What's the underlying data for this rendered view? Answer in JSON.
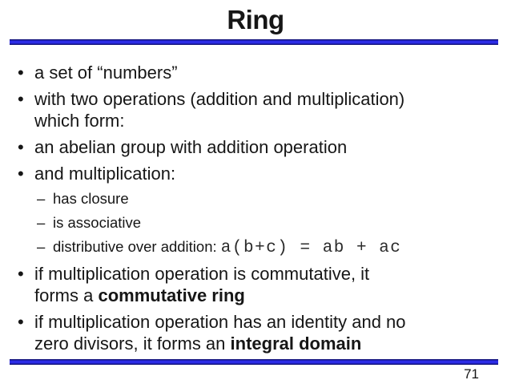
{
  "slide": {
    "title": "Ring",
    "page_number": "71",
    "markers": {
      "level1": "•",
      "level2": "–"
    },
    "colors": {
      "rule_blue": "#2c2ce6",
      "rule_edge": "#12127c",
      "text": "#161616"
    },
    "bullets": [
      {
        "level": 1,
        "lines": [
          [
            {
              "t": "a set of “numbers”"
            }
          ]
        ]
      },
      {
        "level": 1,
        "lines": [
          [
            {
              "t": "with two operations (addition and multiplication)"
            }
          ],
          [
            {
              "t": "which form:"
            }
          ]
        ]
      },
      {
        "level": 1,
        "lines": [
          [
            {
              "t": "an abelian group with addition operation"
            }
          ]
        ]
      },
      {
        "level": 1,
        "lines": [
          [
            {
              "t": "and multiplication:"
            }
          ]
        ]
      },
      {
        "level": 2,
        "lines": [
          [
            {
              "t": "has closure"
            }
          ]
        ]
      },
      {
        "level": 2,
        "lines": [
          [
            {
              "t": "is associative"
            }
          ]
        ]
      },
      {
        "level": 2,
        "lines": [
          [
            {
              "t": "distributive over addition: "
            },
            {
              "t": "a(b+c) = ab + ac",
              "s": "code"
            }
          ]
        ]
      },
      {
        "level": 1,
        "lines": [
          [
            {
              "t": "if multiplication operation is commutative, it"
            }
          ],
          [
            {
              "t": "forms a "
            },
            {
              "t": "commutative ring",
              "s": "bold"
            }
          ]
        ]
      },
      {
        "level": 1,
        "lines": [
          [
            {
              "t": "if multiplication operation has an identity and no"
            }
          ],
          [
            {
              "t": "zero divisors, it forms an "
            },
            {
              "t": "integral domain",
              "s": "bold"
            }
          ]
        ]
      }
    ]
  }
}
